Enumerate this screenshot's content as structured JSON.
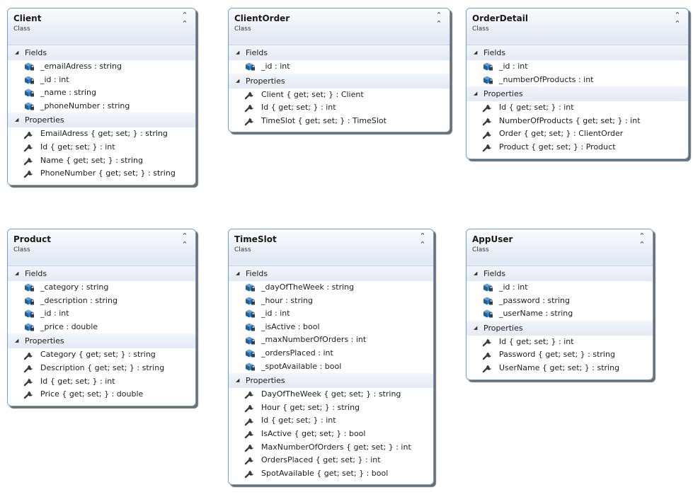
{
  "classes": [
    {
      "id": "client",
      "name": "Client",
      "kind": "Class",
      "fields_label": "Fields",
      "properties_label": "Properties",
      "fields": [
        "_emailAdress : string",
        "_id : int",
        "_name : string",
        "_phoneNumber : string"
      ],
      "properties": [
        "EmailAdress { get; set; } : string",
        "Id { get; set; } : int",
        "Name { get; set; } : string",
        "PhoneNumber { get; set; } : string"
      ]
    },
    {
      "id": "clientorder",
      "name": "ClientOrder",
      "kind": "Class",
      "fields_label": "Fields",
      "properties_label": "Properties",
      "fields": [
        "_id : int"
      ],
      "properties": [
        "Client { get; set; } : Client",
        "Id { get; set; } : int",
        "TimeSlot { get; set; } : TimeSlot"
      ]
    },
    {
      "id": "orderdetail",
      "name": "OrderDetail",
      "kind": "Class",
      "fields_label": "Fields",
      "properties_label": "Properties",
      "fields": [
        "_id : int",
        "_numberOfProducts : int"
      ],
      "properties": [
        "Id { get; set; } : int",
        "NumberOfProducts { get; set; } : int",
        "Order { get; set; } : ClientOrder",
        "Product { get; set; } : Product"
      ]
    },
    {
      "id": "product",
      "name": "Product",
      "kind": "Class",
      "fields_label": "Fields",
      "properties_label": "Properties",
      "fields": [
        "_category : string",
        "_description : string",
        "_id : int",
        "_price : double"
      ],
      "properties": [
        "Category { get; set; } : string",
        "Description { get; set; } : string",
        "Id { get; set; } : int",
        "Price { get; set; } : double"
      ]
    },
    {
      "id": "timeslot",
      "name": "TimeSlot",
      "kind": "Class",
      "fields_label": "Fields",
      "properties_label": "Properties",
      "fields": [
        "_dayOfTheWeek : string",
        "_hour : string",
        "_id : int",
        "_isActive : bool",
        "_maxNumberOfOrders : int",
        "_ordersPlaced : int",
        "_spotAvailable : bool"
      ],
      "properties": [
        "DayOfTheWeek { get; set; } : string",
        "Hour { get; set; } : string",
        "Id { get; set; } : int",
        "IsActive { get; set; } : bool",
        "MaxNumberOfOrders { get; set; } : int",
        "OrdersPlaced { get; set; } : int",
        "SpotAvailable { get; set; } : bool"
      ]
    },
    {
      "id": "appuser",
      "name": "AppUser",
      "kind": "Class",
      "fields_label": "Fields",
      "properties_label": "Properties",
      "fields": [
        "_id : int",
        "_password : string",
        "_userName : string"
      ],
      "properties": [
        "Id { get; set; } : int",
        "Password { get; set; } : string",
        "UserName { get; set; } : string"
      ]
    }
  ],
  "icons": {
    "field": "private-field-icon",
    "property": "property-wrench-icon",
    "collapse": "collapse-chevron-icon",
    "section_toggle": "section-expanded-triangle-icon"
  },
  "colors": {
    "border": "#6d9fd3",
    "header_top": "#fafcfe",
    "header_bottom": "#dfe7f3",
    "section_bg": "#e8edf5",
    "field_icon": "#2a6fb6"
  }
}
